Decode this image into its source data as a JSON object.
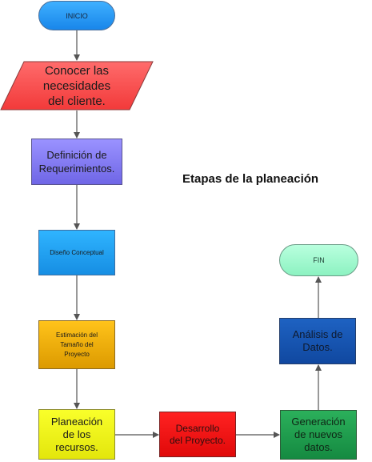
{
  "title": "Etapas de la planeación",
  "nodes": {
    "inicio": "INICIO",
    "conocer": "Conocer las\nnecesidades\ndel cliente.",
    "definicion": "Definición de\nRequerimientos.",
    "disenio": "Diseño Conceptual",
    "estimacion": "Estimación del\nTamaño del\nProyecto",
    "planeacion": "Planeación\nde los\nrecursos.",
    "desarrollo": "Desarrollo\ndel Proyecto.",
    "generacion": "Generación\nde nuevos\ndatos.",
    "analisis": "Análisis de\nDatos.",
    "fin": "FIN"
  },
  "colors": {
    "inicio": "#1e8ff0",
    "conocer": "#ff4a4a",
    "definicion": "#857dfa",
    "disenio": "#22a3f5",
    "estimacion": "#f2ae00",
    "planeacion": "#f1f51c",
    "desarrollo": "#f01515",
    "generacion": "#1d9e4e",
    "analisis": "#1a58b5",
    "fin": "#a6fbd2",
    "arrow": "#555555"
  }
}
